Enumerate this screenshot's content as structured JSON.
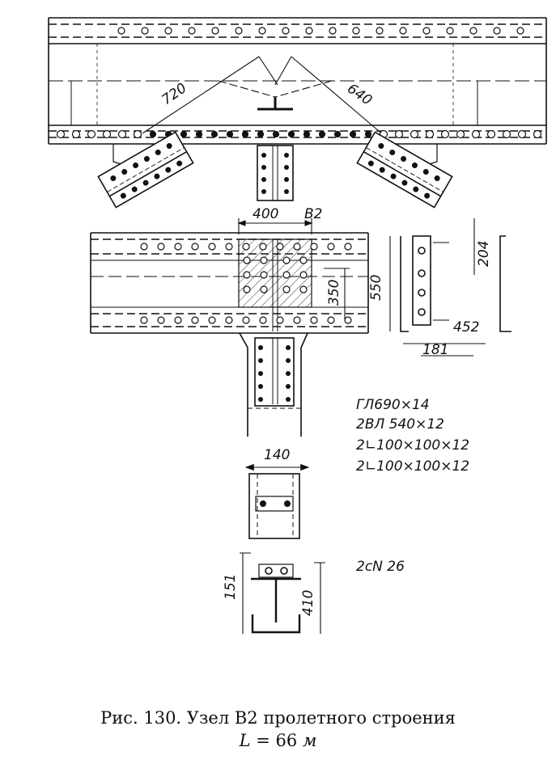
{
  "dimensions": {
    "d720": "720",
    "d640": "640",
    "d400": "400",
    "d350": "350",
    "d550": "550",
    "d204": "204",
    "d452": "452",
    "d181": "181",
    "d140": "140",
    "d151": "151",
    "d410": "410"
  },
  "node_label": "B2",
  "specs": {
    "s1": "ГЛ690×14",
    "s2": "2ВЛ 540×12",
    "s3": "2∟100×100×12",
    "s4": "2∟100×100×12",
    "s5": "2cN 26"
  },
  "caption": {
    "line1": "Рис. 130. Узел В2 пролетного строения",
    "line2_L": "L",
    "line2_eq": " = 66 ",
    "line2_unit": "м"
  }
}
